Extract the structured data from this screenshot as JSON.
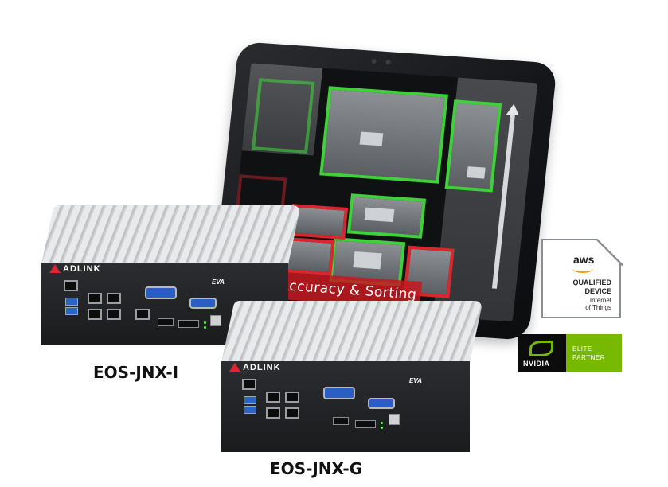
{
  "overlay": {
    "text": "Accuracy & Sorting"
  },
  "devices": {
    "left": {
      "model_label": "EOS-JNX-I",
      "brand": "ADLINK",
      "eva": "EVA"
    },
    "right": {
      "model_label": "EOS-JNX-G",
      "brand": "ADLINK",
      "eva": "EVA"
    }
  },
  "aws_badge": {
    "logo_text": "aws",
    "line1": "QUALIFIED",
    "line2": "DEVICE",
    "line3": "Internet",
    "line4": "of Things"
  },
  "nvidia_badge": {
    "logo_text": "NVIDIA",
    "line1": "ELITE",
    "line2": "PARTNER"
  },
  "colors": {
    "detect_green": "#3fd13a",
    "detect_red": "#d9272e",
    "nvidia_green": "#76b900",
    "adlink_red": "#e02530",
    "usb_blue": "#2c63c7"
  }
}
